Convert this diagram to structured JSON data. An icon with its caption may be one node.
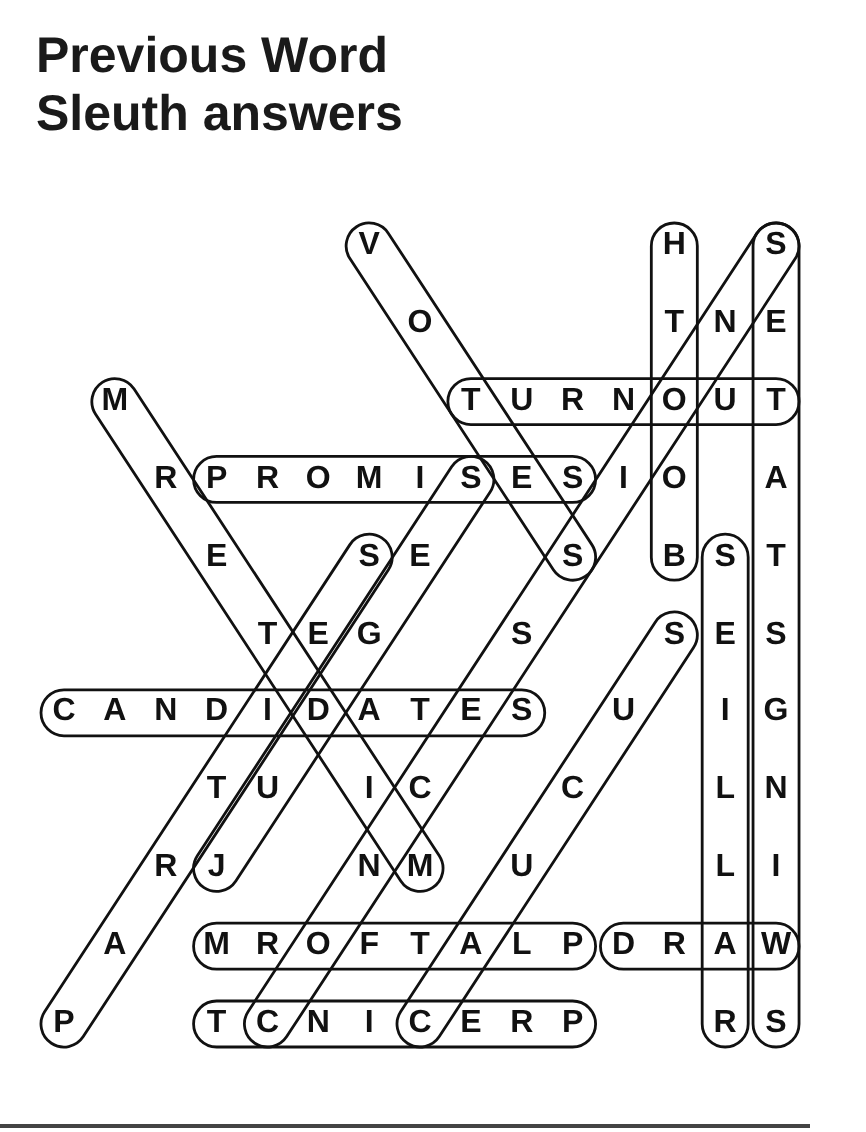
{
  "diagram": {
    "title": "Previous Word Sleuth answers",
    "labels": [
      "V",
      "H",
      "S",
      "O",
      "T",
      "N",
      "E",
      "M",
      "T",
      "U",
      "R",
      "N",
      "O",
      "U",
      "T",
      "R",
      "P",
      "R",
      "O",
      "M",
      "I",
      "S",
      "E",
      "S",
      "I",
      "O",
      "A",
      "E",
      "S",
      "E",
      "S",
      "B",
      "S",
      "T",
      "T",
      "E",
      "G",
      "S",
      "S",
      "E",
      "S",
      "C",
      "A",
      "N",
      "D",
      "I",
      "D",
      "A",
      "T",
      "E",
      "S",
      "U",
      "I",
      "G",
      "T",
      "U",
      "I",
      "C",
      "C",
      "L",
      "N",
      "R",
      "J",
      "N",
      "M",
      "U",
      "L",
      "I",
      "A",
      "M",
      "R",
      "O",
      "F",
      "T",
      "A",
      "L",
      "P",
      "D",
      "R",
      "A",
      "W",
      "P",
      "T",
      "C",
      "N",
      "I",
      "C",
      "E",
      "R",
      "P",
      "R",
      "S"
    ]
  }
}
